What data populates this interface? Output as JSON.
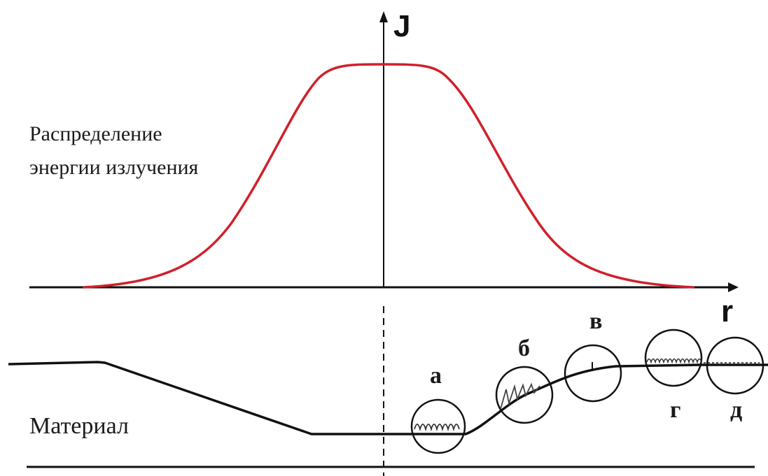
{
  "labels": {
    "axis_y": "J",
    "axis_x": "r",
    "curve_line1": "Распределение",
    "curve_line2": "энергии излучения",
    "material": "Материал",
    "zone_a": "а",
    "zone_b": "б",
    "zone_v": "в",
    "zone_g": "г",
    "zone_d": "д"
  },
  "colors": {
    "curve": "#d0202a",
    "ink": "#111111"
  }
}
